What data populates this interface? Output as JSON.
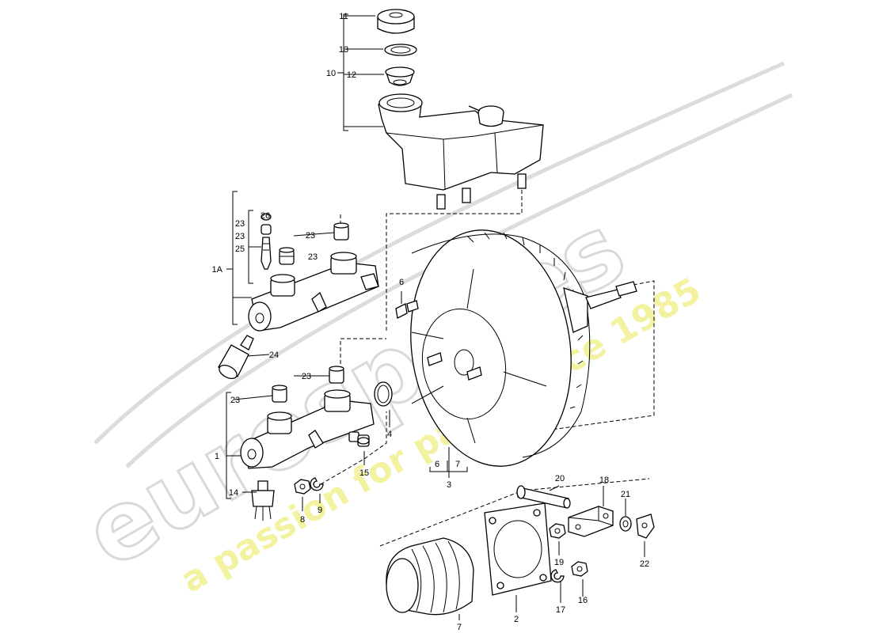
{
  "diagram": {
    "callouts": [
      {
        "id": "c11",
        "text": "11"
      },
      {
        "id": "c13",
        "text": "13"
      },
      {
        "id": "c10",
        "text": "10"
      },
      {
        "id": "c12",
        "text": "12"
      },
      {
        "id": "c26",
        "text": "26"
      },
      {
        "id": "c23a",
        "text": "23"
      },
      {
        "id": "c25",
        "text": "25"
      },
      {
        "id": "c1a",
        "text": "1A"
      },
      {
        "id": "c23b",
        "text": "23"
      },
      {
        "id": "c23c",
        "text": "23"
      },
      {
        "id": "c23d",
        "text": "23"
      },
      {
        "id": "c6a",
        "text": "6"
      },
      {
        "id": "c24",
        "text": "24"
      },
      {
        "id": "c23e",
        "text": "23"
      },
      {
        "id": "c23f",
        "text": "23"
      },
      {
        "id": "c1",
        "text": "1"
      },
      {
        "id": "c14",
        "text": "14"
      },
      {
        "id": "c4",
        "text": "4"
      },
      {
        "id": "c15",
        "text": "15"
      },
      {
        "id": "c8",
        "text": "8"
      },
      {
        "id": "c9",
        "text": "9"
      },
      {
        "id": "c6b",
        "text": "6"
      },
      {
        "id": "c7a",
        "text": "7"
      },
      {
        "id": "c3",
        "text": "3"
      },
      {
        "id": "c20",
        "text": "20"
      },
      {
        "id": "c18",
        "text": "18"
      },
      {
        "id": "c21",
        "text": "21"
      },
      {
        "id": "c19",
        "text": "19"
      },
      {
        "id": "c22",
        "text": "22"
      },
      {
        "id": "c17",
        "text": "17"
      },
      {
        "id": "c16",
        "text": "16"
      },
      {
        "id": "c2",
        "text": "2"
      },
      {
        "id": "c7b",
        "text": "7"
      }
    ]
  },
  "watermark": {
    "brand": "eurospares",
    "tagline": "a passion for parts since 1985",
    "brand_color": "#d9d9d9",
    "tagline_color": "#f2f2a0"
  }
}
